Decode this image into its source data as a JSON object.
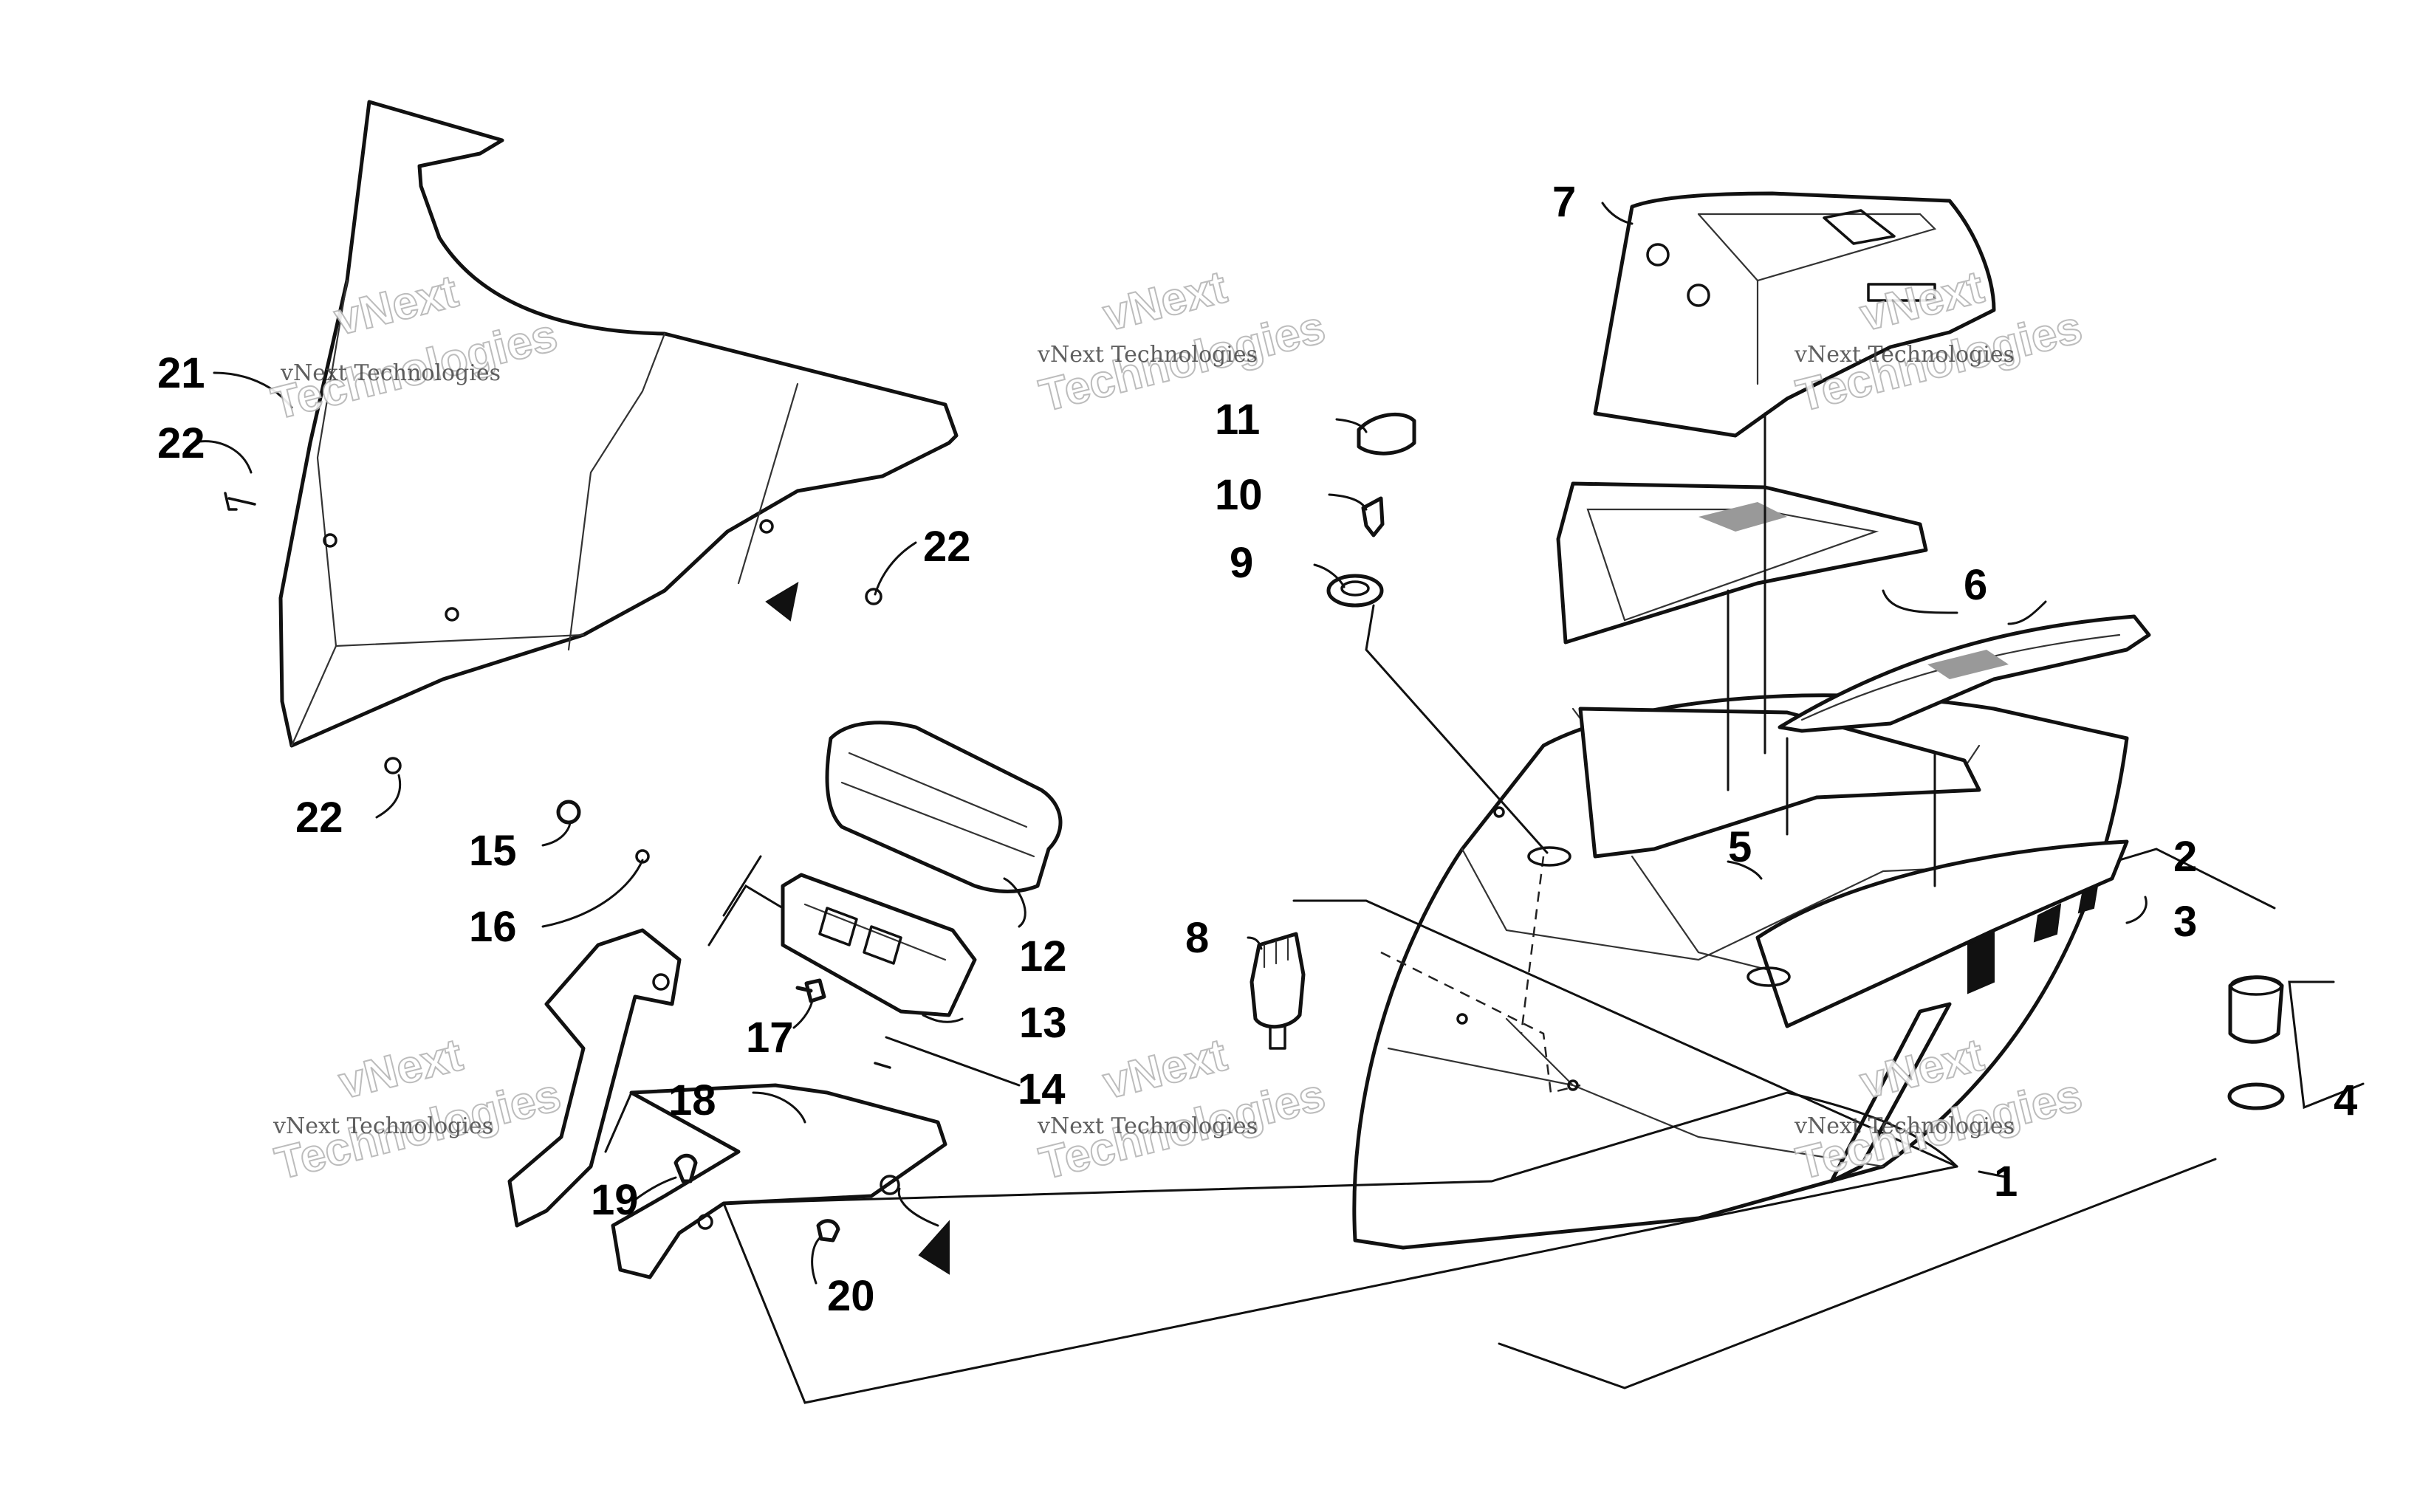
{
  "diagram": {
    "callouts": [
      "1",
      "2",
      "3",
      "4",
      "5",
      "6",
      "7",
      "8",
      "9",
      "10",
      "11",
      "12",
      "13",
      "14",
      "15",
      "16",
      "17",
      "18",
      "19",
      "20",
      "21",
      "22",
      "22",
      "22"
    ]
  },
  "watermark": {
    "line1": "vNext Technologies",
    "line2": "vNext",
    "line3": "Technologies"
  },
  "colors": {
    "ink": "#111111",
    "paper": "#ffffff",
    "watermark_outline": "#b5b5b5"
  }
}
